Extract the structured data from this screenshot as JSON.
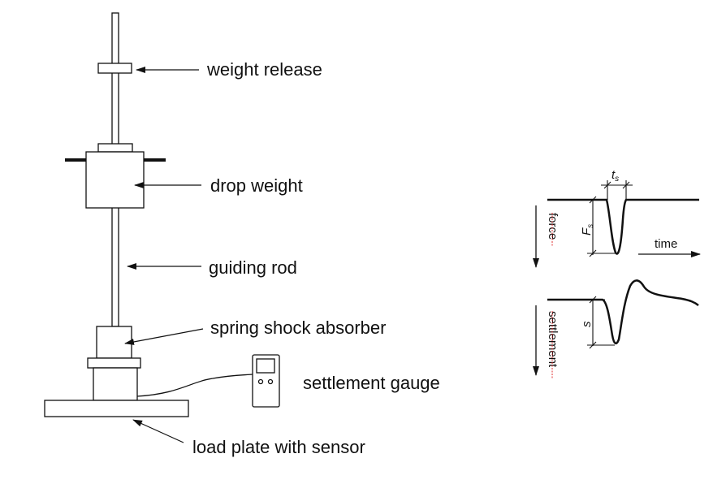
{
  "labels": {
    "weight_release": "weight release",
    "drop_weight": "drop weight",
    "guiding_rod": "guiding rod",
    "spring_shock_absorber": "spring shock absorber",
    "settlement_gauge": "settlement gauge",
    "load_plate": "load plate with sensor"
  },
  "graphs": {
    "force_axis": "force",
    "settlement_axis": "settlement",
    "time_axis": "time",
    "fs_symbol": "F",
    "fs_sub": "s",
    "ts_symbol": "t",
    "ts_sub": "s",
    "s_symbol": "s"
  },
  "colors": {
    "line": "#111111",
    "spell_underline": "#e03030"
  }
}
